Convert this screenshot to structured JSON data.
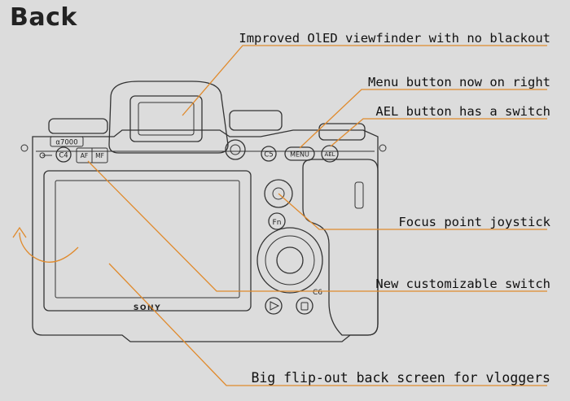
{
  "title": "Back",
  "callouts": [
    {
      "id": "viewfinder",
      "text": "Improved OlED viewfinder with no blackout"
    },
    {
      "id": "menu",
      "text": "Menu button now on right"
    },
    {
      "id": "ael",
      "text": "AEL button has a switch"
    },
    {
      "id": "joystick",
      "text": "Focus point joystick"
    },
    {
      "id": "switch",
      "text": "New customizable switch"
    },
    {
      "id": "screen",
      "text": "Big flip-out back screen for vloggers"
    }
  ],
  "camera_labels": {
    "model": "α7000",
    "c4": "C4",
    "af": "AF",
    "mf": "MF",
    "c5": "C5",
    "menu": "MENU",
    "ael": "AEL",
    "fn": "Fn",
    "c6": "C6",
    "brand": "SONY"
  },
  "colors": {
    "background": "#dcdcdc",
    "line": "#333333",
    "leader": "#e08a2c",
    "arrow": "#e08a2c"
  }
}
